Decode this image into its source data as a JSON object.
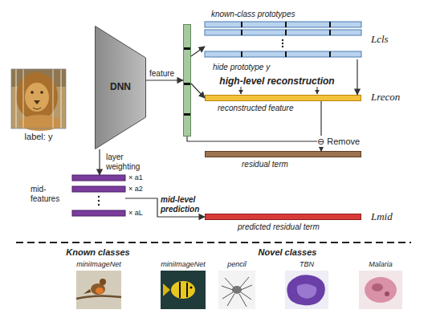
{
  "diagram": {
    "nodes": [
      {
        "text": [
          "DNN"
        ]
      },
      {
        "text": []
      },
      {
        "text": [
          "known-class prototypes"
        ]
      },
      {
        "text": [
          "reconstructed feature"
        ]
      },
      {
        "text": [
          "residual term"
        ]
      },
      {
        "text": [
          "mid-features"
        ]
      },
      {
        "text": [
          "predicted residual term"
        ]
      }
    ],
    "edges": [
      {
        "from": 0,
        "to": 1,
        "arrow": "to",
        "label": "feature"
      },
      {
        "from": 1,
        "to": 2,
        "arrow": "to"
      },
      {
        "from": 1,
        "to": 3,
        "arrow": "to"
      },
      {
        "from": 2,
        "to": 3,
        "arrow": "to"
      },
      {
        "from": 3,
        "to": 4,
        "arrow": "to"
      },
      {
        "from": 1,
        "to": 4,
        "arrow": "to",
        "label": "⊖ Remove"
      },
      {
        "from": 0,
        "to": 5,
        "arrow": "to",
        "label": "layer weighting"
      },
      {
        "from": 5,
        "to": 6,
        "arrow": "to",
        "label": "mid-level prediction"
      }
    ],
    "labels": [
      "label: y",
      "hide prototype y",
      "high-level reconstruction",
      "Lcls",
      "Lrecon",
      "Lmid",
      "× a1",
      "× a2",
      "× aL",
      "Known classes",
      "Novel classes",
      "miniImageNet",
      "miniImageNet",
      "pencil",
      "TBN",
      "Malaria"
    ]
  }
}
